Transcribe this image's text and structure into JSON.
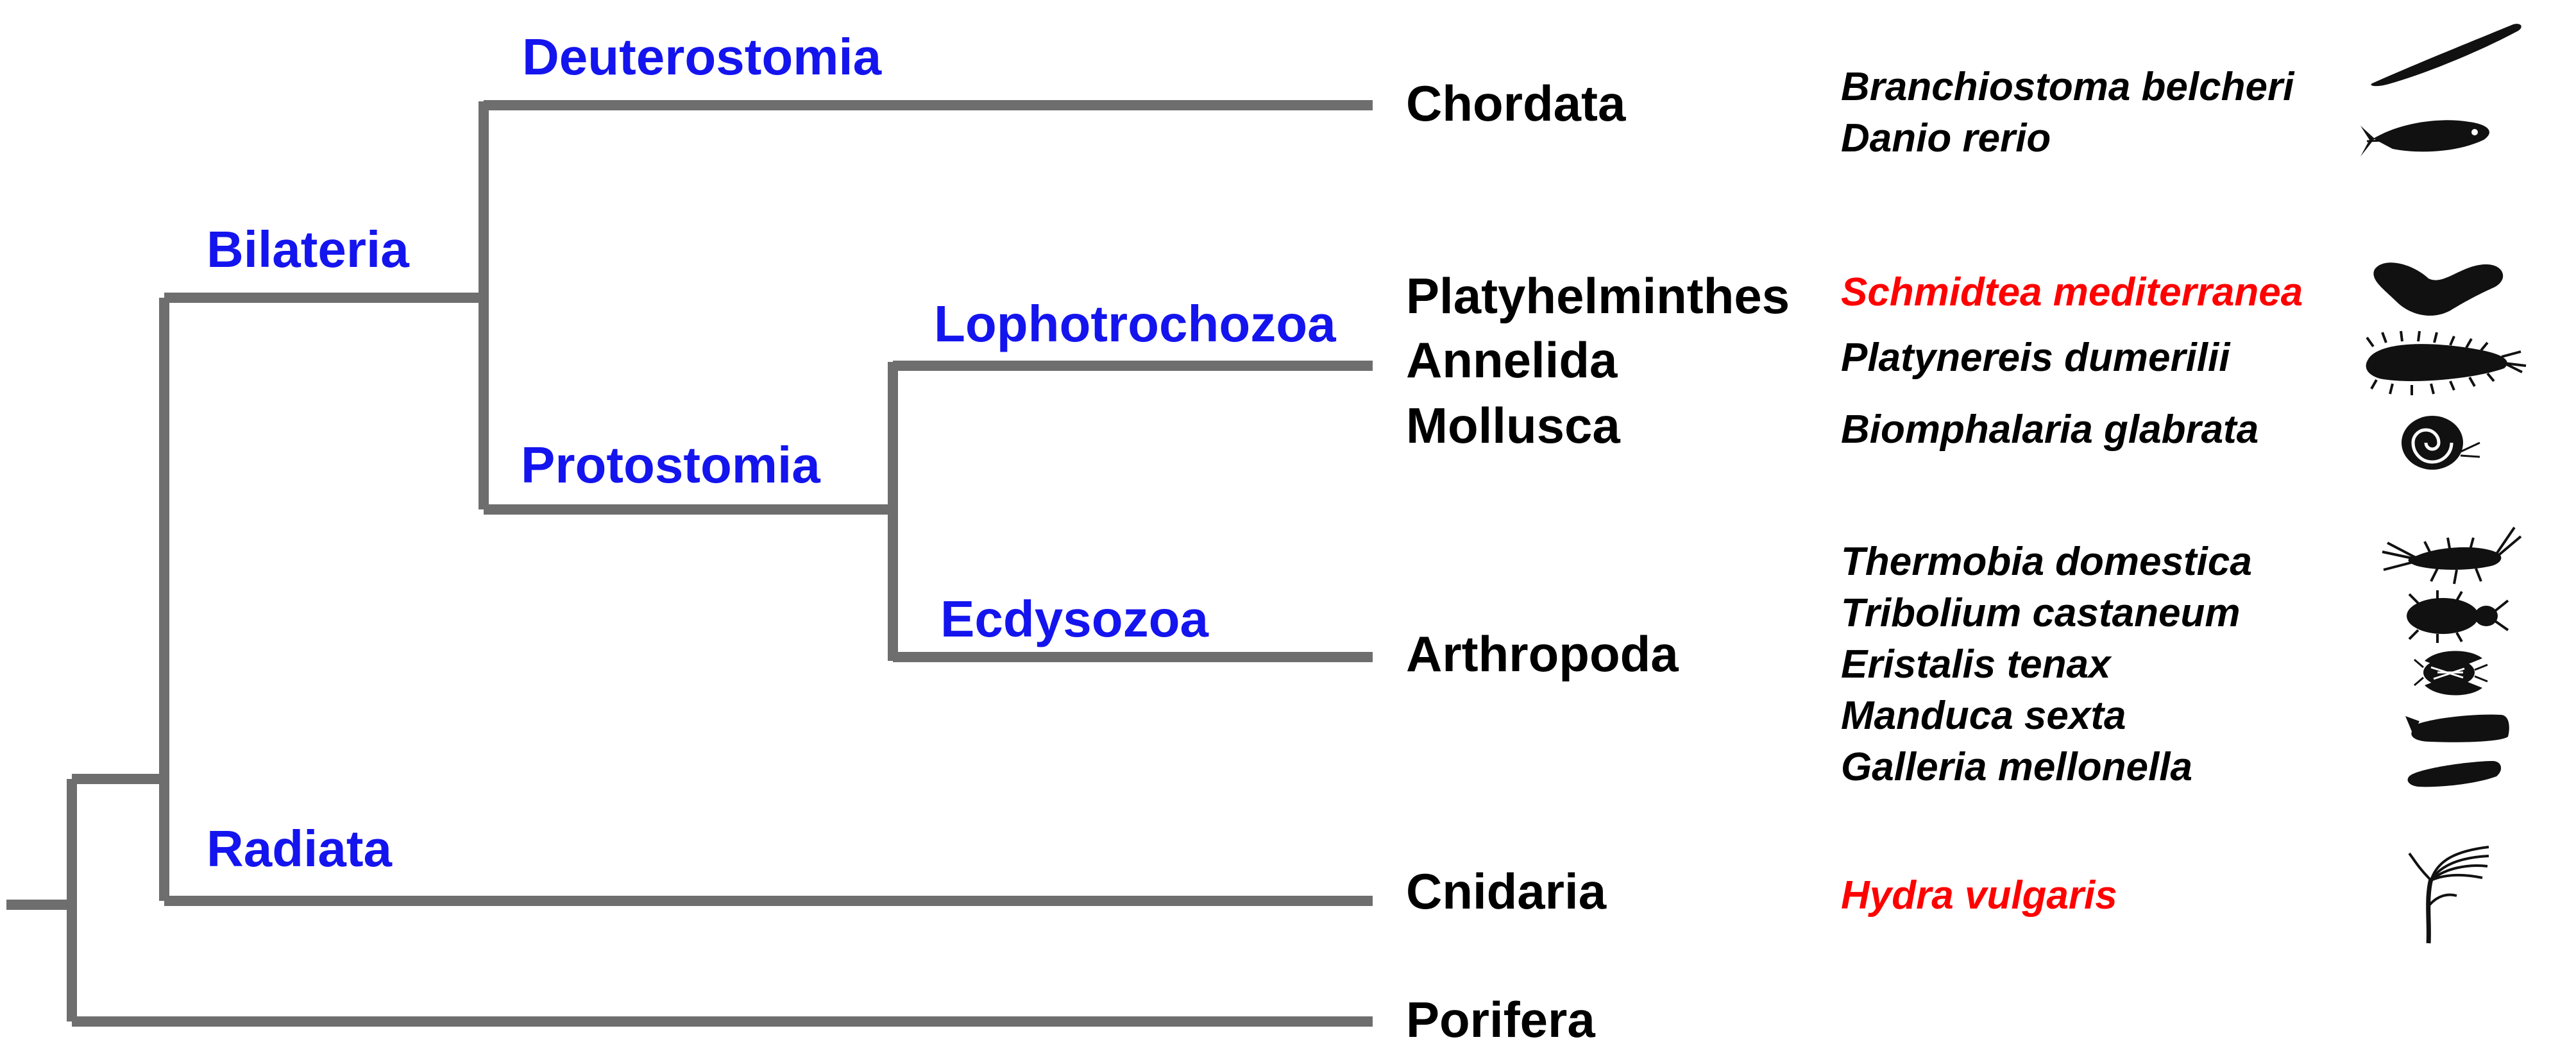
{
  "colors": {
    "branch": "#6e6e6e",
    "clade_label": "#1414ee",
    "taxon_label": "#000000",
    "highlight_species": "#ff0000"
  },
  "clades": {
    "deuterostomia": "Deuterostomia",
    "bilateria": "Bilateria",
    "lophotrochozoa": "Lophotrochozoa",
    "protostomia": "Protostomia",
    "ecdysozoa": "Ecdysozoa",
    "radiata": "Radiata"
  },
  "phyla": {
    "chordata": "Chordata",
    "platyhelminthes": "Platyhelminthes",
    "annelida": "Annelida",
    "mollusca": "Mollusca",
    "arthropoda": "Arthropoda",
    "cnidaria": "Cnidaria",
    "porifera": "Porifera"
  },
  "species": {
    "branchiostoma": "Branchiostoma belcheri",
    "danio": "Danio rerio",
    "schmidtea": "Schmidtea mediterranea",
    "platynereis": "Platynereis dumerilii",
    "biomphalaria": "Biomphalaria glabrata",
    "thermobia": "Thermobia domestica",
    "tribolium": "Tribolium castaneum",
    "eristalis": "Eristalis tenax",
    "manduca": "Manduca sexta",
    "galleria": "Galleria mellonella",
    "hydra": "Hydra vulgaris"
  },
  "highlighted_species": [
    "Schmidtea mediterranea",
    "Hydra vulgaris"
  ],
  "icons": {
    "lancelet": "lancelet-silhouette-icon",
    "zebrafish": "zebrafish-silhouette-icon",
    "planarian": "planarian-silhouette-icon",
    "polychaete": "polychaete-worm-silhouette-icon",
    "snail": "snail-silhouette-icon",
    "firebrat": "firebrat-silhouette-icon",
    "beetle": "beetle-silhouette-icon",
    "hoverfly": "hoverfly-silhouette-icon",
    "hornworm": "hornworm-silhouette-icon",
    "waxworm": "waxworm-silhouette-icon",
    "hydra": "hydra-silhouette-icon"
  }
}
